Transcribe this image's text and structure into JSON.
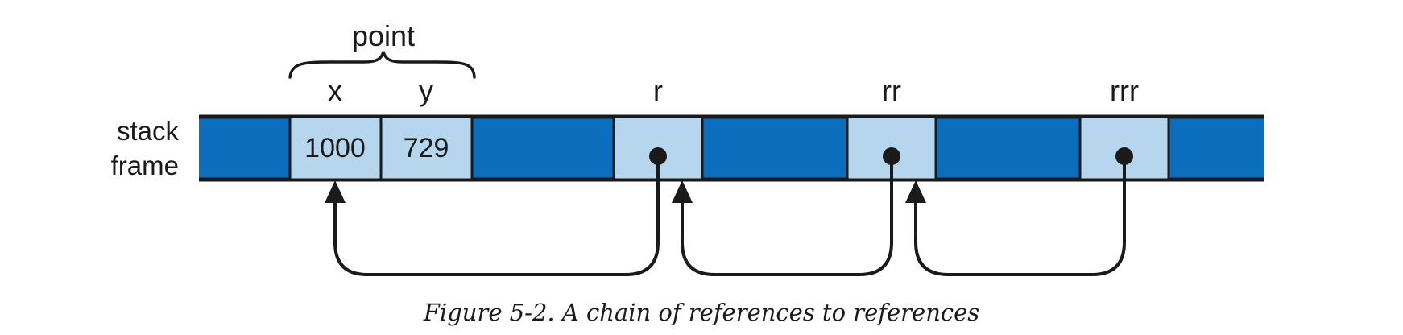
{
  "diagram": {
    "frame_label_line1": "stack",
    "frame_label_line2": "frame",
    "group_label": "point",
    "colors": {
      "frame": "#0a6ebd",
      "cell": "#b5d6ec",
      "line": "#1a1a1a",
      "text": "#1a1a1a"
    },
    "cells": [
      {
        "id": "x",
        "label": "x",
        "value": "1000"
      },
      {
        "id": "y",
        "label": "y",
        "value": "729"
      },
      {
        "id": "r",
        "label": "r",
        "pointer": true
      },
      {
        "id": "rr",
        "label": "rr",
        "pointer": true
      },
      {
        "id": "rrr",
        "label": "rrr",
        "pointer": true
      }
    ],
    "references": [
      {
        "from": "r",
        "to": "x"
      },
      {
        "from": "rr",
        "to": "r"
      },
      {
        "from": "rrr",
        "to": "rr"
      }
    ]
  },
  "caption": "Figure 5-2. A chain of references to references"
}
